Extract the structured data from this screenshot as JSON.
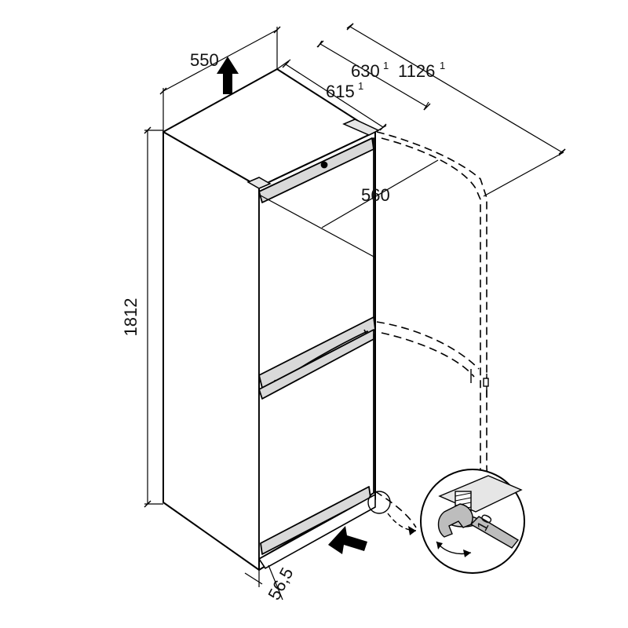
{
  "diagram": {
    "dimensions": {
      "width": {
        "value": "550",
        "note": ""
      },
      "depth_door": {
        "value": "615",
        "note": "1"
      },
      "depth_handle": {
        "value": "630",
        "note": "1"
      },
      "depth_open": {
        "value": "1126",
        "note": "1"
      },
      "door_swing_width": {
        "value": "560",
        "note": ""
      },
      "height": {
        "value": "1812",
        "note": ""
      },
      "side_offset": {
        "value": "56,5",
        "note": ""
      }
    },
    "wrench_size": "10"
  }
}
